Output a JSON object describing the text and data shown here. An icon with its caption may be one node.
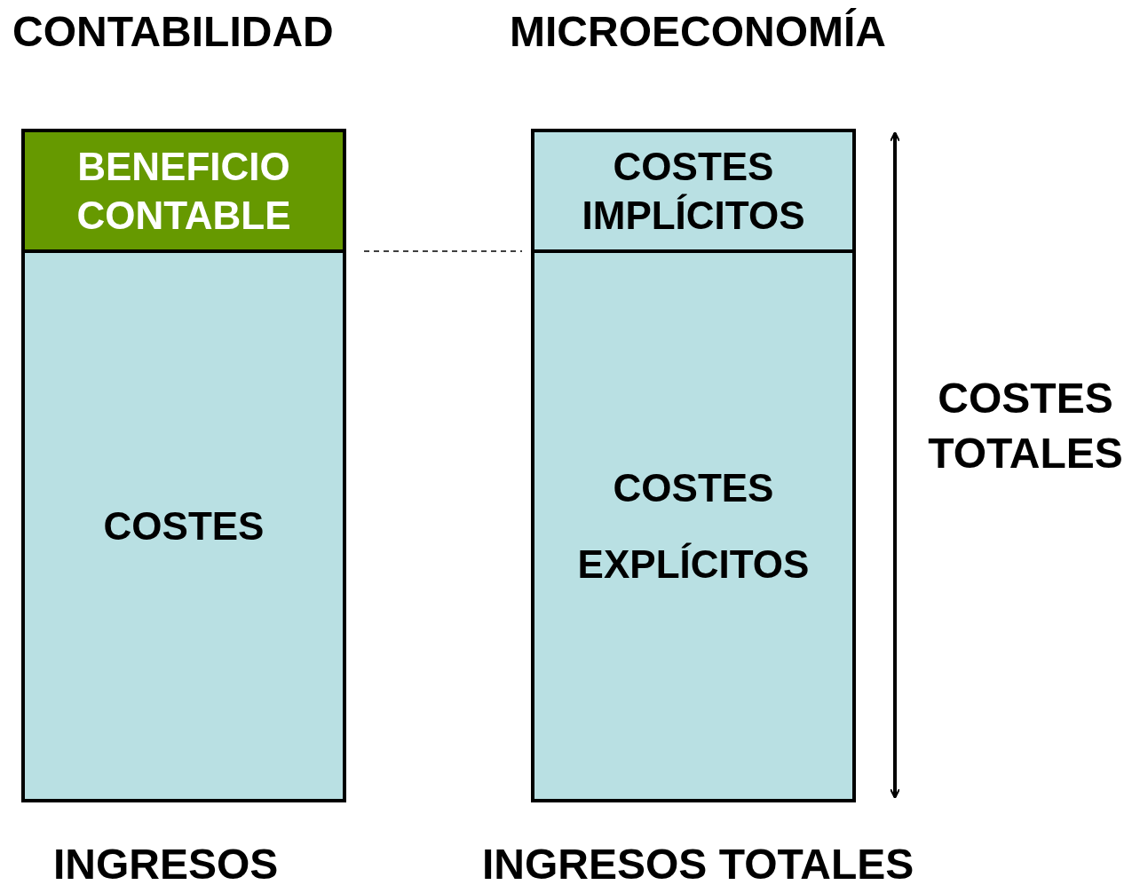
{
  "diagram": {
    "nodes": [
      {
        "text": [
          "BENEFICIO CONTABLE"
        ]
      },
      {
        "text": [
          "COSTES"
        ]
      },
      {
        "text": [
          "COSTES IMPLÍCITOS"
        ]
      },
      {
        "text": [
          "COSTES EXPLÍCITOS"
        ]
      }
    ],
    "labels": [
      "CONTABILIDAD",
      "MICROECONOMÍA",
      "COSTES TOTALES",
      "INGRESOS",
      "INGRESOS TOTALES"
    ]
  }
}
